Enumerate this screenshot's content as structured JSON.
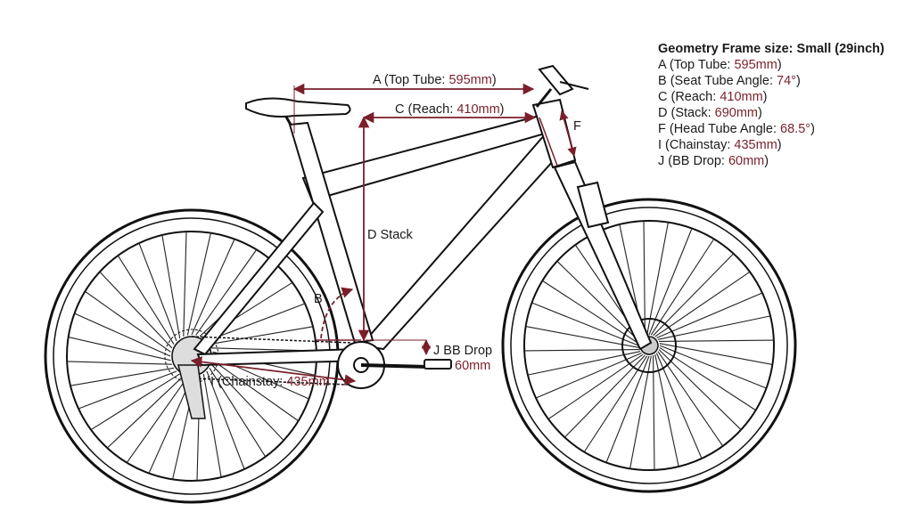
{
  "spec": {
    "title": "Geometry Frame size: Small (29inch)",
    "rows": [
      {
        "key": "A (Top Tube: ",
        "val": "595mm",
        "end": ")"
      },
      {
        "key": "B (Seat Tube Angle: ",
        "val": "74°",
        "end": ")"
      },
      {
        "key": "C (Reach: ",
        "val": "410mm",
        "end": ")"
      },
      {
        "key": "D (Stack: ",
        "val": "690mm",
        "end": ")"
      },
      {
        "key": "F (Head Tube Angle: ",
        "val": "68.5°",
        "end": ")"
      },
      {
        "key": "I (Chainstay: ",
        "val": "435mm",
        "end": ")"
      },
      {
        "key": "J (BB Drop: ",
        "val": "60mm",
        "end": ")"
      }
    ]
  },
  "labels": {
    "a_key": "A (Top Tube: ",
    "a_val": "595mm",
    "a_end": ")",
    "c_key": "C (Reach: ",
    "c_val": "410mm",
    "c_end": ")",
    "d": "D Stack",
    "f": "F",
    "b": "B",
    "j_key": "J BB Drop",
    "j_val": "60mm",
    "i_key": "I (Chainstay: ",
    "i_val": "435mm"
  },
  "colors": {
    "measure": "#7a1f2a",
    "line": "#111111"
  }
}
